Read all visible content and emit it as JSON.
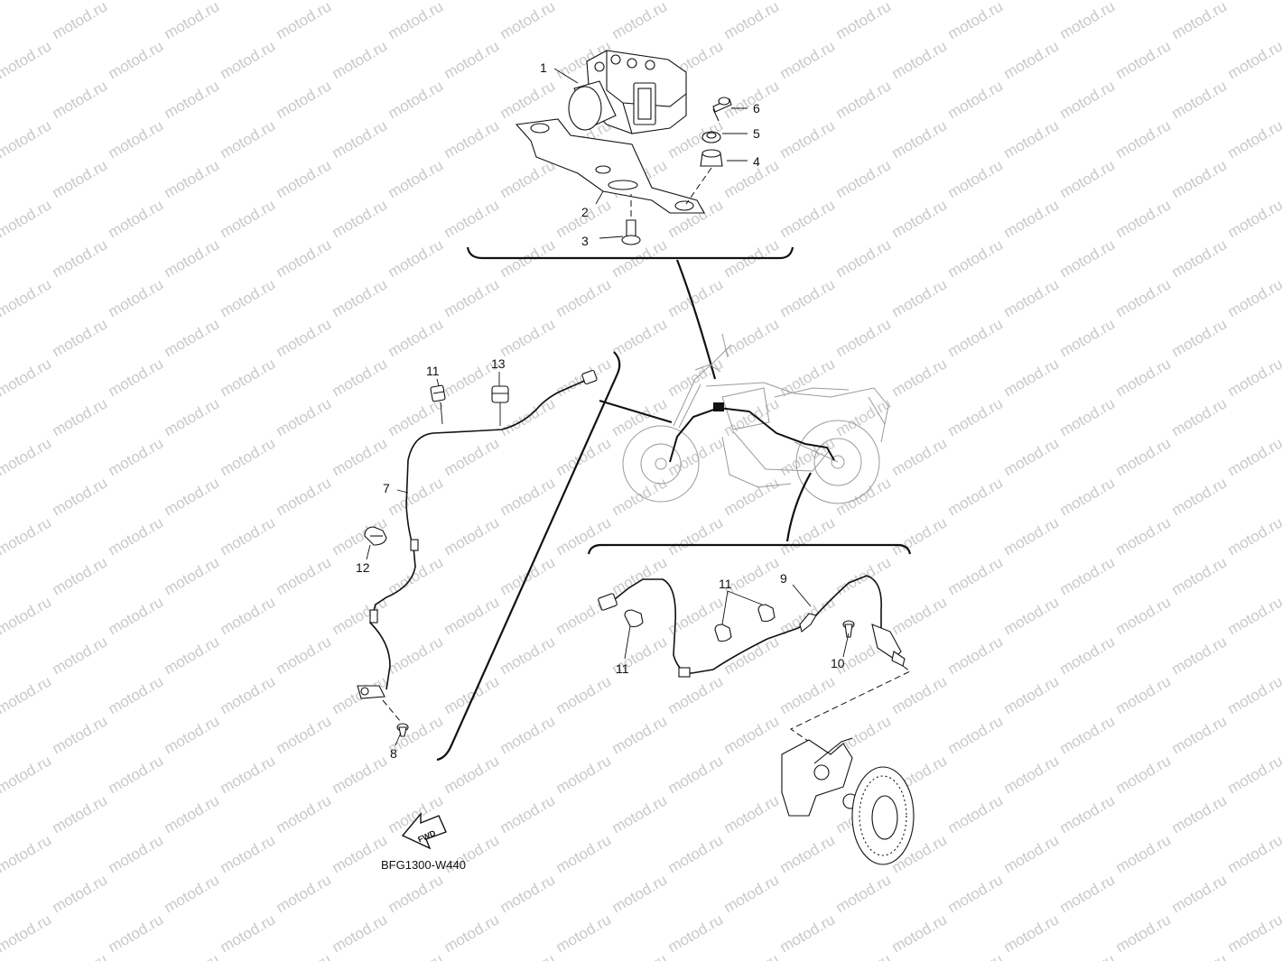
{
  "diagram_code": "BFG1300-W440",
  "fwd_label": "FWD",
  "watermark": "motod.ru",
  "callouts": {
    "c1": "1",
    "c2": "2",
    "c3": "3",
    "c4": "4",
    "c5": "5",
    "c6": "6",
    "c7": "7",
    "c8": "8",
    "c9": "9",
    "c10": "10",
    "c11a": "11",
    "c11b": "11",
    "c11c": "11",
    "c12": "12",
    "c13": "13"
  }
}
